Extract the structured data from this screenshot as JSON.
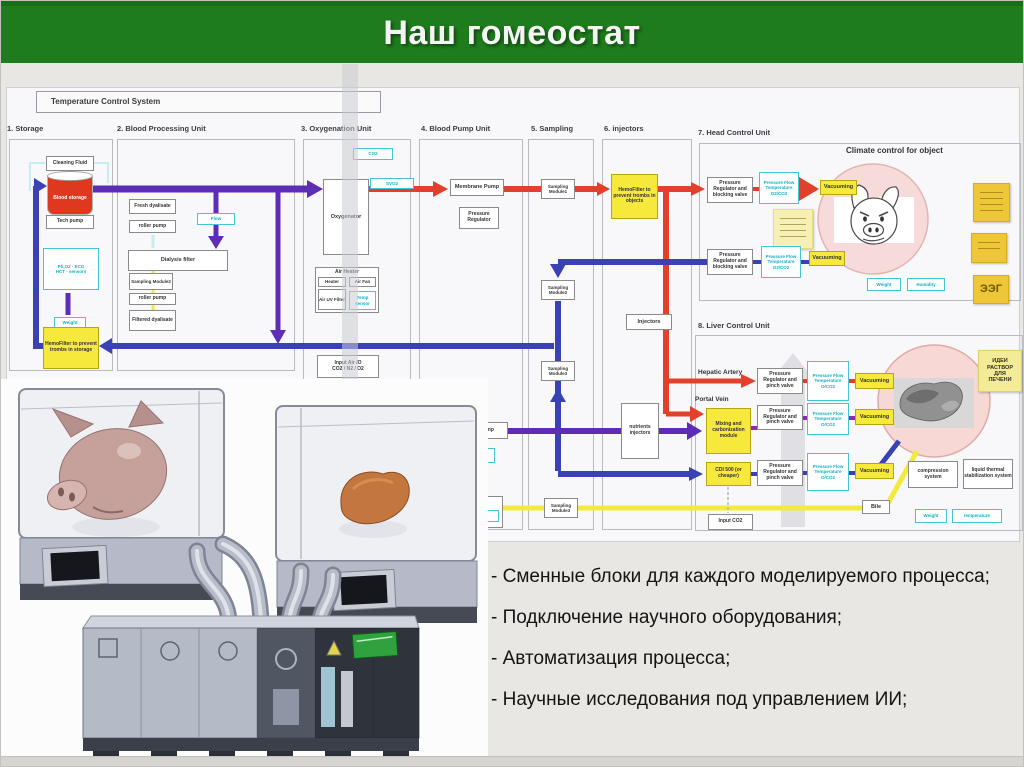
{
  "header": {
    "title": "Наш гомеостат"
  },
  "colors": {
    "header_green": "#1e7c1c",
    "arterial_red": "#e2402a",
    "venous_blue": "#3a41b5",
    "purple": "#5e2db5",
    "magenta_purple": "#8b2bb8",
    "yellow_line": "#f2ea3e",
    "cyan_sensor": "#45c6d6",
    "box_yellow": "#f6e93c",
    "sticky_yellow": "#edc738",
    "zone_pink": "#f7dbda"
  },
  "diagram": {
    "sections": [
      [
        "1. Storage",
        6,
        123,
        8,
        138,
        102,
        230
      ],
      [
        "2. Blood Processing Unit",
        116,
        123,
        116,
        138,
        176,
        230
      ],
      [
        "3. Oxygenation Unit",
        300,
        123,
        302,
        138,
        106,
        242
      ],
      [
        "4. Blood Pump Unit",
        420,
        123,
        418,
        138,
        102,
        389
      ],
      [
        "5. Sampling",
        530,
        123,
        527,
        138,
        64,
        389
      ],
      [
        "6. injectors",
        603,
        123,
        601,
        138,
        88,
        389
      ],
      [
        "7. Head Control Unit",
        697,
        127,
        698,
        142,
        320,
        156
      ],
      [
        "8. Liver Control Unit",
        697,
        320,
        694,
        334,
        326,
        194
      ]
    ],
    "boxes": [
      [
        "tcs-title-box",
        "tcs",
        "Temperature Control System",
        35,
        90,
        345,
        22,
        8
      ],
      [
        "cleaning-fluid",
        "w",
        "Cleaning Fluid",
        45,
        155,
        48,
        15,
        5
      ],
      [
        "blood-storage",
        "cyl",
        "Blood storage",
        46,
        174,
        46,
        40,
        5
      ],
      [
        "tech-pump",
        "w",
        "Tech pump",
        45,
        214,
        48,
        14,
        5
      ],
      [
        "storage-sensors",
        "c",
        "Ph,O2 · ECG\nHCT · sensors",
        42,
        247,
        56,
        42,
        4.5
      ],
      [
        "weight-storage",
        "c",
        "Weight",
        53,
        316,
        32,
        12,
        4.5
      ],
      [
        "hemofilter-storage",
        "y",
        "HemoFilter to prevent trombs in storage",
        42,
        326,
        56,
        42,
        5
      ],
      [
        "fresh-dyalisate",
        "w",
        "Fresh dyalisate",
        128,
        198,
        47,
        15,
        5
      ],
      [
        "roller-pump-1",
        "w",
        "roller pump",
        128,
        219,
        47,
        13,
        5
      ],
      [
        "flow-chip",
        "c",
        "Flow",
        196,
        212,
        38,
        12,
        4.5
      ],
      [
        "dialysis-filter",
        "w",
        "Dialysis filter",
        127,
        249,
        100,
        21,
        5.5
      ],
      [
        "sampling-module-bpu",
        "w",
        "Sampling Module2",
        128,
        272,
        44,
        17,
        4.5
      ],
      [
        "roller-pump-2",
        "w",
        "roller pump",
        128,
        292,
        47,
        12,
        5
      ],
      [
        "filtered-dyalisate",
        "w",
        "Filtered dyalisate",
        128,
        309,
        47,
        21,
        5
      ],
      [
        "co2-chip",
        "c",
        "CO2",
        352,
        147,
        40,
        12,
        4.5
      ],
      [
        "oxygenator",
        "w",
        "Oxygenator",
        322,
        178,
        46,
        76,
        5.5
      ],
      [
        "svo2-chip",
        "c",
        "SVO2",
        369,
        177,
        44,
        11,
        4.5
      ],
      [
        "air-heater-group",
        "g",
        "Air Heater",
        314,
        266,
        64,
        46,
        5
      ],
      [
        "heater-box",
        "w",
        "Heater",
        317,
        276,
        28,
        10,
        4.5
      ],
      [
        "air-fan-box",
        "w",
        "Air Fan",
        348,
        276,
        27,
        10,
        4.5
      ],
      [
        "air-uv-filter",
        "w",
        "Air UV Filter",
        317,
        288,
        28,
        21,
        4.5
      ],
      [
        "temp-sensor",
        "c",
        "Temp sensor",
        348,
        290,
        27,
        19,
        4.5
      ],
      [
        "input-air",
        "w",
        "Input Air /O\nCO2 / N2 / O2",
        316,
        354,
        62,
        23,
        5
      ],
      [
        "membrane-pump",
        "w",
        "Membrane Pump",
        449,
        178,
        54,
        17,
        5.5
      ],
      [
        "pressure-regulator-bpu",
        "w",
        "Pressure Regulator",
        458,
        206,
        40,
        22,
        5
      ],
      [
        "pump-lower",
        "w",
        "Pump",
        465,
        421,
        42,
        17,
        5
      ],
      [
        "cyan-lower",
        "c",
        "",
        480,
        447,
        14,
        15,
        4.5
      ],
      [
        "lowerleft-box",
        "w",
        "",
        470,
        495,
        32,
        32,
        4.5
      ],
      [
        "lowerleft-chip",
        "c",
        "",
        476,
        509,
        22,
        12,
        4.5
      ],
      [
        "sampling-module1",
        "w",
        "Sampling Module1",
        540,
        178,
        34,
        20,
        4.5
      ],
      [
        "sampling-module2",
        "w",
        "Sampling Module2",
        540,
        279,
        34,
        20,
        4.5
      ],
      [
        "sampling-module3a",
        "w",
        "Sampling Module3",
        540,
        360,
        34,
        20,
        4.5
      ],
      [
        "sampling-module3b",
        "w",
        "Sampling Module3",
        543,
        497,
        34,
        20,
        4.5
      ],
      [
        "hemofilter-objects",
        "y",
        "HemoFilter to prevent trombs in objects",
        610,
        173,
        47,
        45,
        5
      ],
      [
        "injectors-box",
        "w",
        "Injectors",
        625,
        313,
        46,
        16,
        5.5
      ],
      [
        "nutrients-injectors",
        "w",
        "nutrients injectors",
        620,
        402,
        38,
        56,
        5
      ],
      [
        "climate-title",
        "t",
        "Climate control for object",
        845,
        144,
        170,
        12,
        8
      ],
      [
        "pr-blocking-1",
        "w",
        "Pressure Regulator and blocking valve",
        706,
        176,
        46,
        26,
        5
      ],
      [
        "sensor-head-1",
        "c",
        "Pressure Flow Temperature O2/CO2",
        758,
        171,
        40,
        32,
        4.5
      ],
      [
        "vacuuming-1",
        "y",
        "Vacuuming",
        819,
        179,
        37,
        15,
        5.5
      ],
      [
        "sticky-head",
        "sl",
        "",
        772,
        208,
        40,
        40,
        4.5,
        "lines"
      ],
      [
        "pr-blocking-2",
        "w",
        "Pressure Regulator and blocking valve",
        706,
        248,
        46,
        26,
        5
      ],
      [
        "sensor-head-2",
        "c",
        "Pressure Flow Temperature O2/CO2",
        760,
        245,
        40,
        32,
        4.5
      ],
      [
        "vacuuming-2",
        "y",
        "Vacuuming",
        808,
        250,
        36,
        15,
        5.5
      ],
      [
        "weight-head",
        "c",
        "Weight",
        866,
        277,
        34,
        13,
        4.5
      ],
      [
        "humidity-head",
        "c",
        "Humidity",
        906,
        277,
        38,
        13,
        4.5
      ],
      [
        "sticky-note-1",
        "s",
        "",
        972,
        182,
        37,
        39,
        4.5,
        "lines"
      ],
      [
        "sticky-note-2",
        "s",
        "",
        970,
        232,
        36,
        30,
        4.5,
        "lines"
      ],
      [
        "sticky-eeg",
        "s",
        "ЭЭГ",
        972,
        274,
        36,
        29,
        11
      ],
      [
        "hepatic-artery-label",
        "t",
        "Hepatic Artery",
        697,
        367,
        60,
        10,
        6.5
      ],
      [
        "portal-vein-label",
        "t",
        "Portal Vein",
        694,
        394,
        50,
        10,
        6.5
      ],
      [
        "mixing-module",
        "y",
        "Mixing and carbonization module",
        705,
        407,
        45,
        46,
        5
      ],
      [
        "cdi-box",
        "y",
        "CDI 500 (or cheaper)",
        705,
        461,
        45,
        24,
        5
      ],
      [
        "pr-pinch-1",
        "w",
        "Pressure Regulator and pinch valve",
        756,
        367,
        46,
        26,
        5
      ],
      [
        "sensor-liver-1",
        "c",
        "Pressure Flow Temperature O/CO2",
        806,
        360,
        42,
        40,
        4.5
      ],
      [
        "vacuuming-l1",
        "y",
        "Vacuuming",
        854,
        372,
        39,
        16,
        5.5
      ],
      [
        "pr-pinch-2",
        "w",
        "Pressure Regulator and pinch valve",
        756,
        404,
        46,
        25,
        5
      ],
      [
        "sensor-liver-2",
        "c",
        "Pressure Flow Temperature O/CO2",
        806,
        402,
        42,
        32,
        4.5
      ],
      [
        "vacuuming-l2",
        "y",
        "Vacuuming",
        854,
        408,
        39,
        16,
        5.5
      ],
      [
        "pr-pinch-3",
        "w",
        "Pressure Regulator and pinch valve",
        756,
        459,
        46,
        26,
        5
      ],
      [
        "sensor-liver-3",
        "c",
        "Pressure Flow Temperature O/CO2",
        806,
        452,
        42,
        38,
        4.5
      ],
      [
        "vacuuming-l3",
        "y",
        "Vacuuming",
        854,
        462,
        39,
        16,
        5.5
      ],
      [
        "compression-system",
        "w",
        "compression system",
        907,
        460,
        50,
        27,
        5
      ],
      [
        "liquid-thermal",
        "w",
        "liquid thermal stabilization system",
        962,
        458,
        50,
        30,
        5
      ],
      [
        "bile-box",
        "w",
        "Bile",
        861,
        499,
        28,
        14,
        5.5
      ],
      [
        "weight-liver",
        "c",
        "Weight",
        914,
        508,
        32,
        14,
        4.5
      ],
      [
        "temperature-liver",
        "c",
        "temperature",
        951,
        508,
        50,
        14,
        4.5
      ],
      [
        "input-co2",
        "w",
        "Input CO2",
        707,
        513,
        45,
        16,
        5
      ],
      [
        "sticky-liver",
        "sv",
        "ИДЕИ\nРАСТВОР\nДЛЯ\nПЕЧЕНИ",
        977,
        349,
        44,
        42,
        5.5
      ]
    ]
  },
  "bullets": [
    "- Сменные блоки для каждого моделируемого процесса;",
    "- Подключение научного оборудования;",
    "- Автоматизация процесса;",
    "- Научные исследования под управлением ИИ;"
  ]
}
